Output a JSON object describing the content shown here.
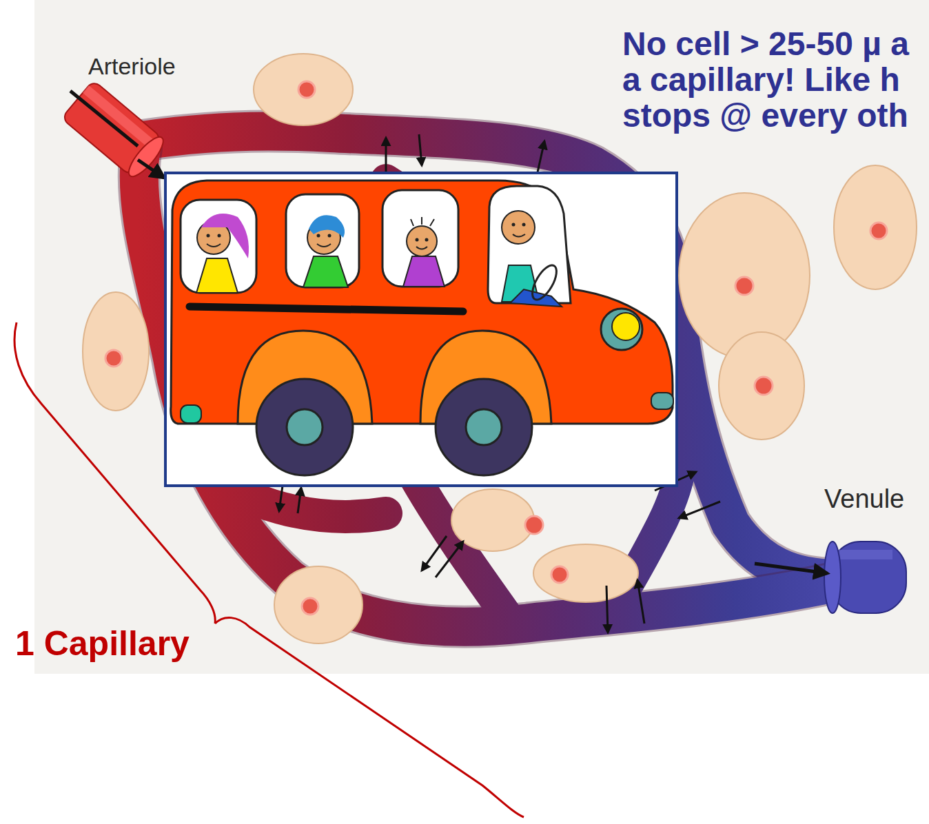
{
  "diagram": {
    "labels": [
      "Arteriole",
      "No cell > 25-50 µ a a capillary! Like h stops @ every oth",
      "Venule",
      "1 Capillary"
    ]
  }
}
